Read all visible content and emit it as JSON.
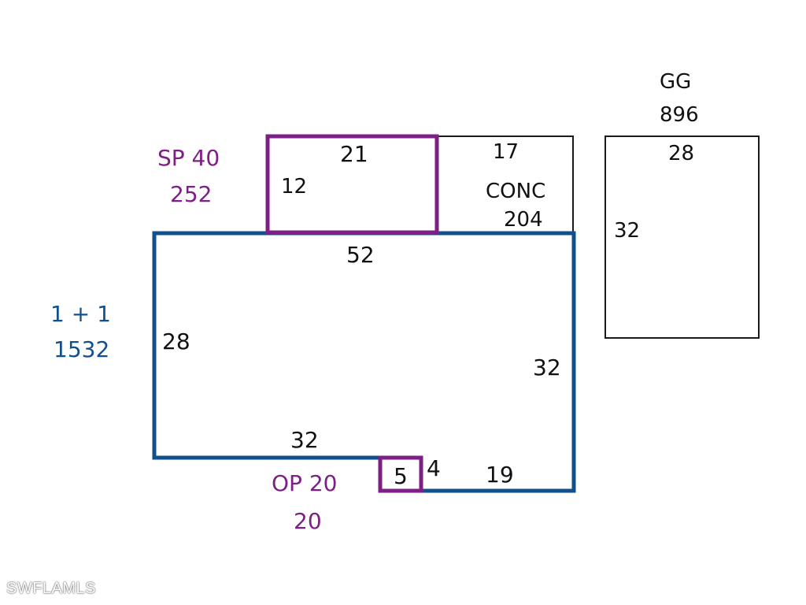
{
  "colors": {
    "main_area": "#114f8d",
    "addition": "#7e1f86",
    "structure_outline": "#1a1a1a",
    "text": "#111111"
  },
  "areas": {
    "living": {
      "code": "1 + 1",
      "size": "1532"
    },
    "screened_porch": {
      "code": "SP 40",
      "size": "252"
    },
    "open_porch": {
      "code": "OP 20",
      "size": "20"
    },
    "concrete": {
      "code": "CONC",
      "size": "204"
    },
    "garage": {
      "code": "GG",
      "size": "896"
    }
  },
  "dimensions": {
    "living_top": "52",
    "living_left": "28",
    "living_right": "32",
    "living_bottom_left": "32",
    "living_bottom_right": "19",
    "living_step": "4",
    "sp_top": "21",
    "sp_side": "12",
    "conc_top": "17",
    "op_width": "5",
    "garage_top": "28",
    "garage_side": "32"
  },
  "watermark": "SWFLAMLS"
}
